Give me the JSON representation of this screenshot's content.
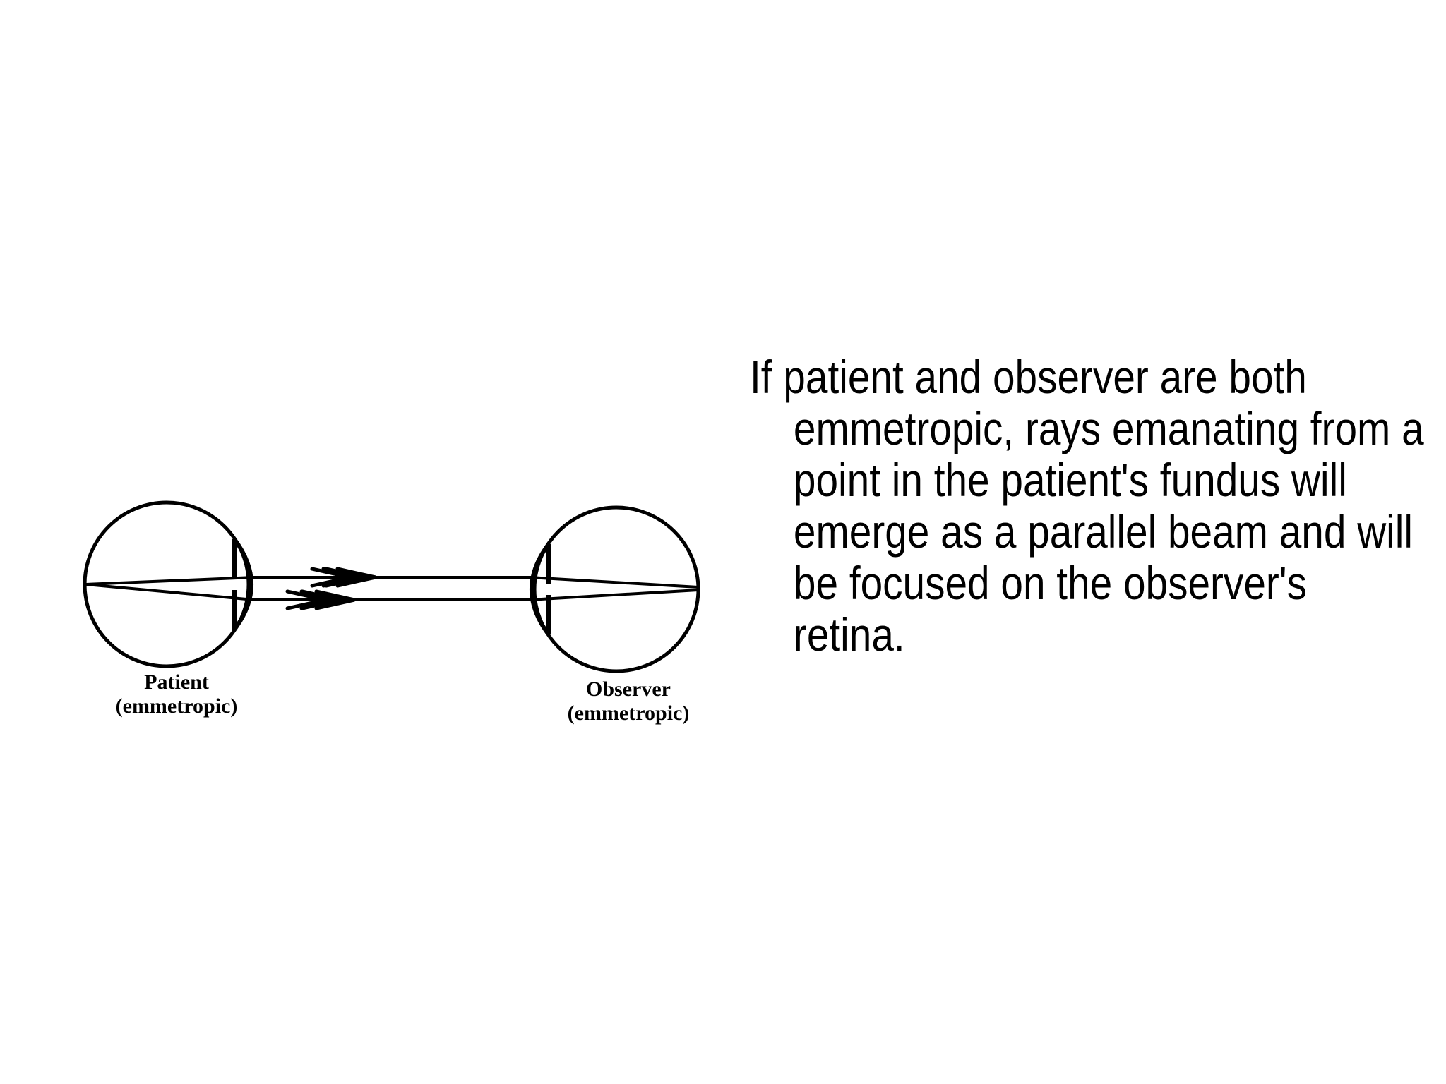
{
  "slide": {
    "background_color": "#ffffff",
    "ink_color": "#000000"
  },
  "figure": {
    "name": "retinoscopy-emmetropia-ray-diagram",
    "patient": {
      "title": "Patient",
      "subtitle": "(emmetropic)"
    },
    "observer": {
      "title": "Observer",
      "subtitle": "(emmetropic)"
    },
    "ray_arrow_count": 4,
    "ray_direction": "left-to-right"
  },
  "caption": {
    "text": "If patient and observer are both emmetropic, rays emanating from a point in the patient's fundus will emerge as a parallel beam and will be focused on the observer's retina.",
    "lines": [
      "If patient and observer are",
      "both emmetropic, rays",
      "emanating from a point",
      "in the patient's fundus",
      "will emerge as a parallel",
      "beam and will be",
      "focused on the",
      "observer's retina."
    ]
  }
}
